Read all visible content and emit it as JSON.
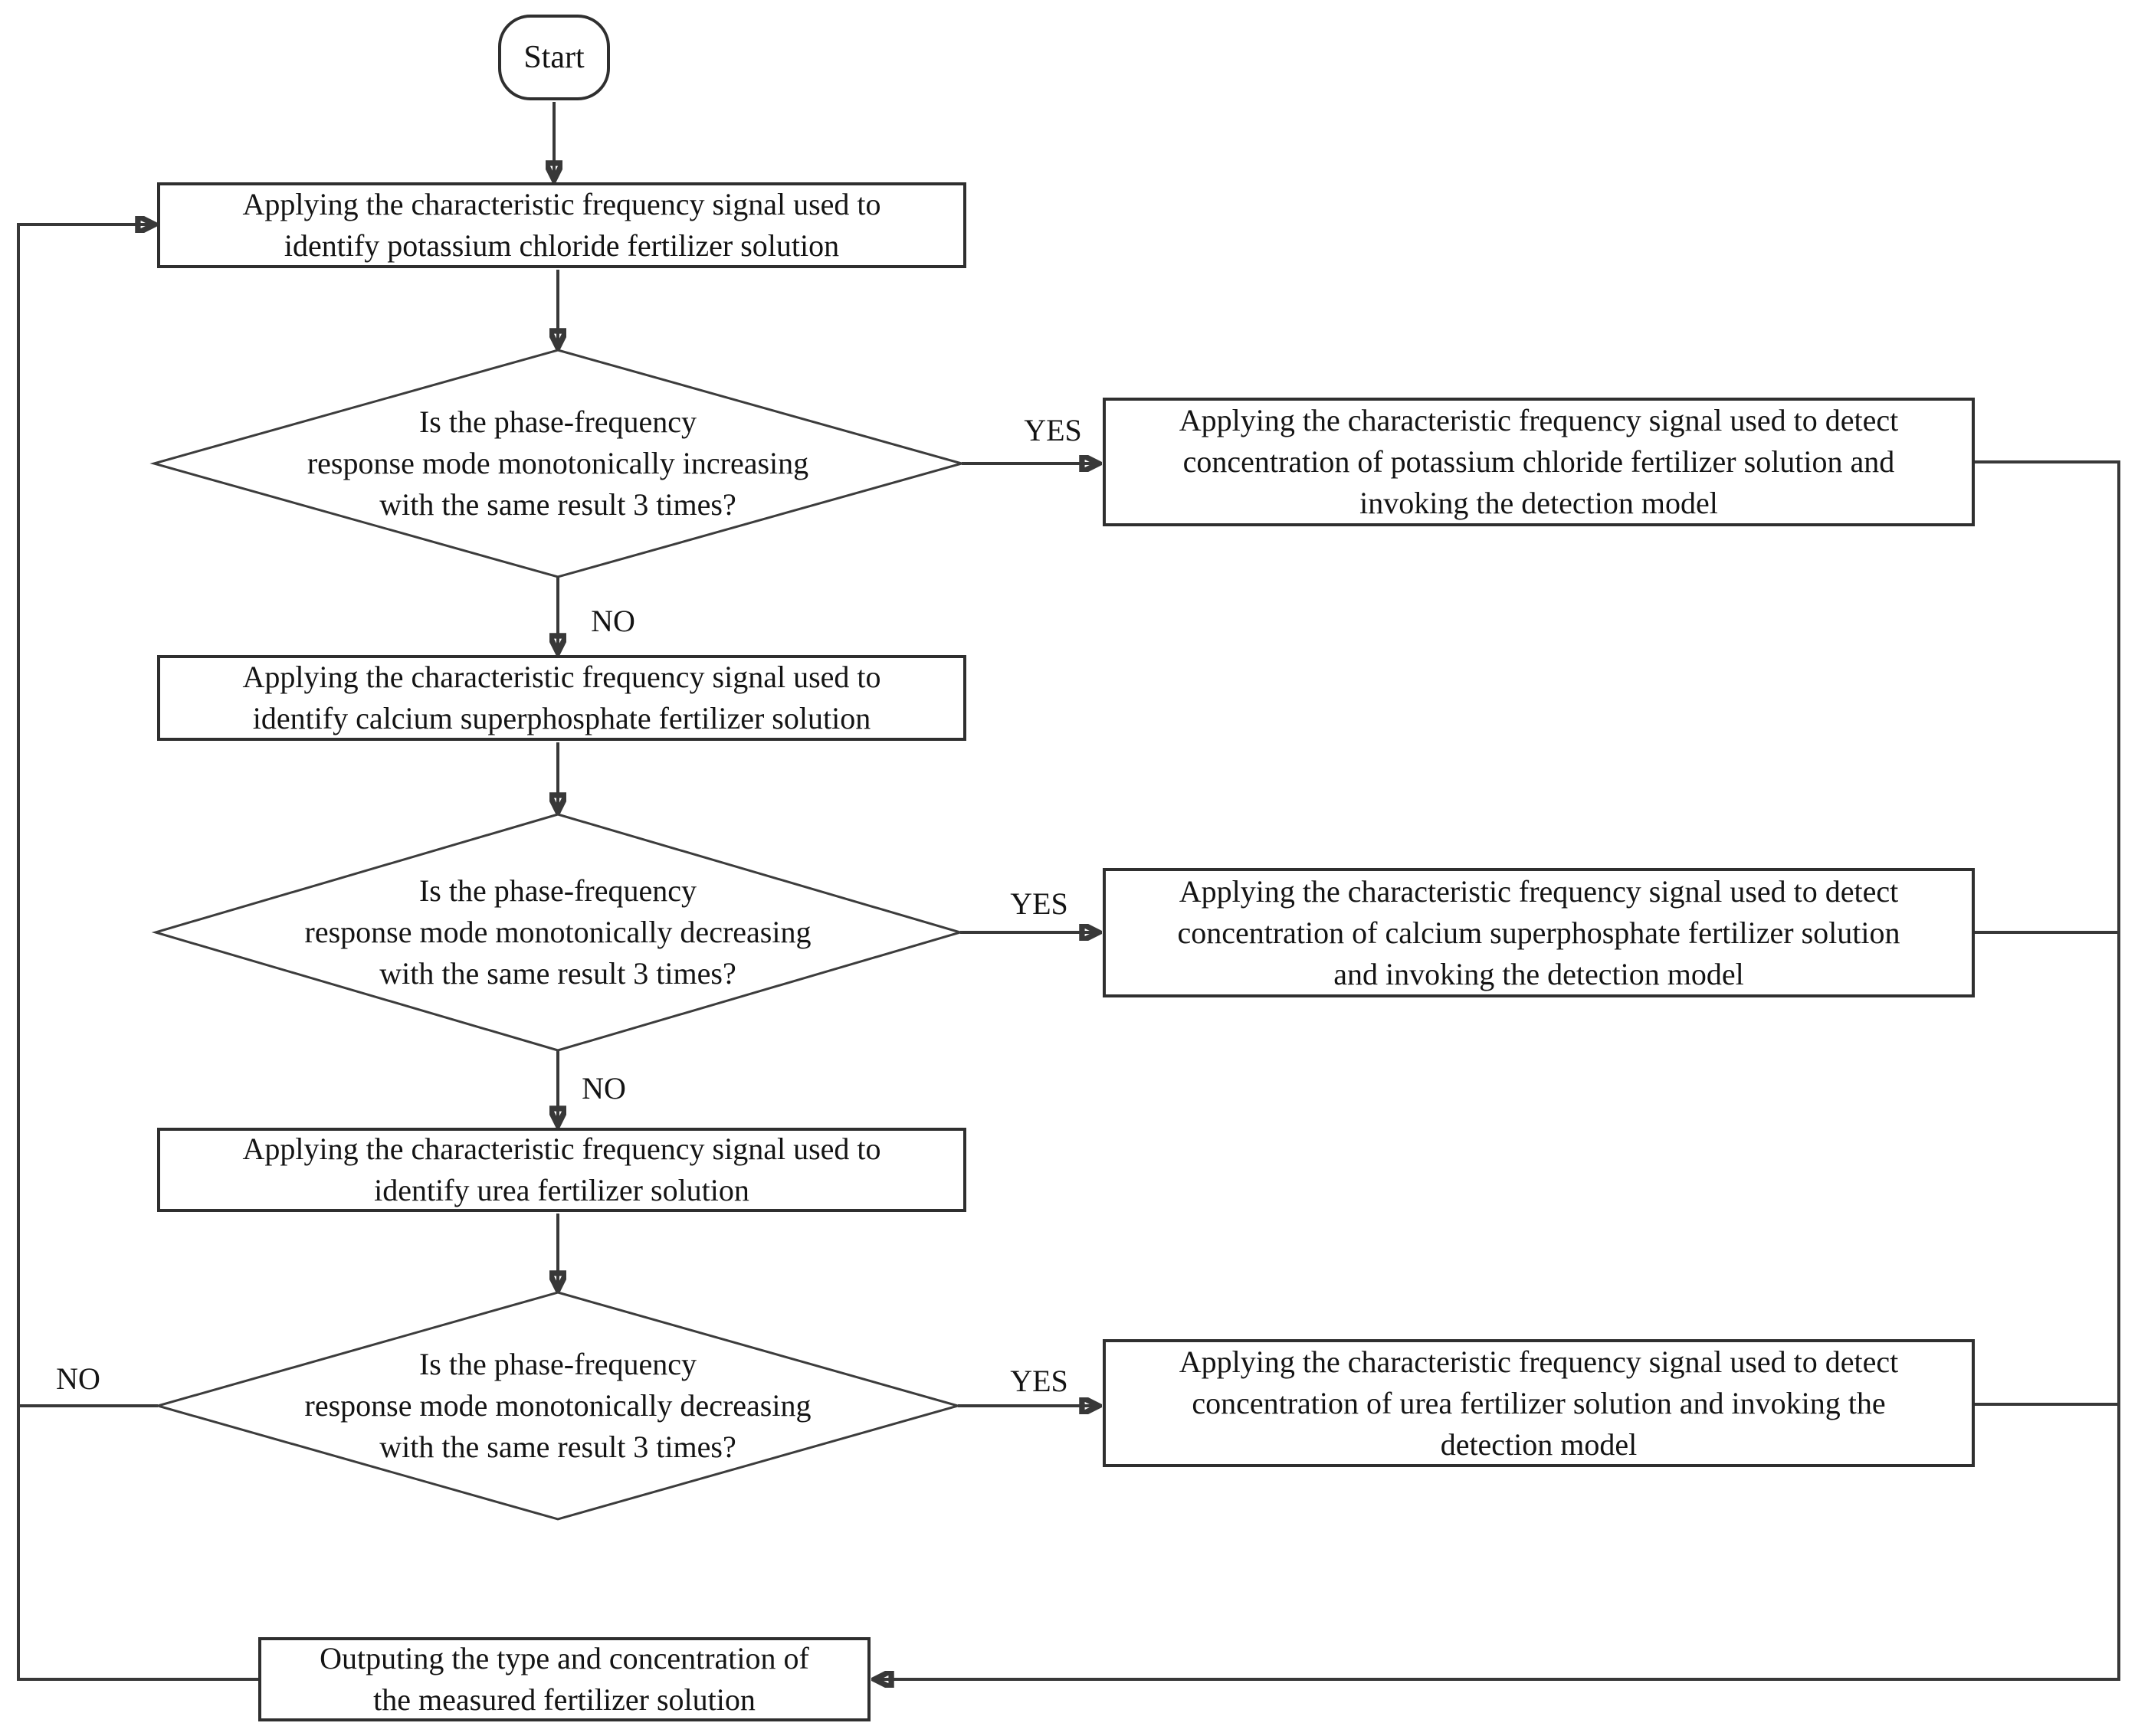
{
  "flowchart": {
    "start": {
      "label": "Start"
    },
    "processes": {
      "identify_kcl": "Applying the characteristic frequency signal used to\nidentify potassium chloride fertilizer solution",
      "identify_superphosphate": "Applying the characteristic frequency signal used to\nidentify calcium superphosphate fertilizer solution",
      "identify_urea": "Applying the characteristic frequency signal used to\nidentify urea fertilizer solution",
      "output": "Outputing the type and concentration of\nthe measured fertilizer solution"
    },
    "decisions": {
      "kcl": "Is the phase-frequency\nresponse mode monotonically increasing\nwith the same result 3 times?",
      "superphosphate": "Is the phase-frequency\nresponse mode monotonically decreasing\nwith the same result 3 times?",
      "urea": "Is the phase-frequency\nresponse mode monotonically decreasing\nwith the same result 3 times?"
    },
    "detects": {
      "kcl": "Applying the characteristic frequency signal used to detect\nconcentration of potassium chloride fertilizer solution and\ninvoking the detection model",
      "superphosphate": "Applying the characteristic frequency signal used to detect\nconcentration of calcium superphosphate fertilizer solution\nand invoking the detection model",
      "urea": "Applying the characteristic frequency signal used to detect\nconcentration of urea fertilizer solution and invoking the\ndetection model"
    },
    "edges": {
      "yes_kcl": "YES",
      "no_kcl": "NO",
      "yes_superphosphate": "YES",
      "no_superphosphate": "NO",
      "yes_urea": "YES",
      "no_urea": "NO"
    },
    "colors": {
      "line": "#383838",
      "node_border": "#2f2f2f",
      "text": "#141414",
      "background": "#ffffff"
    }
  }
}
